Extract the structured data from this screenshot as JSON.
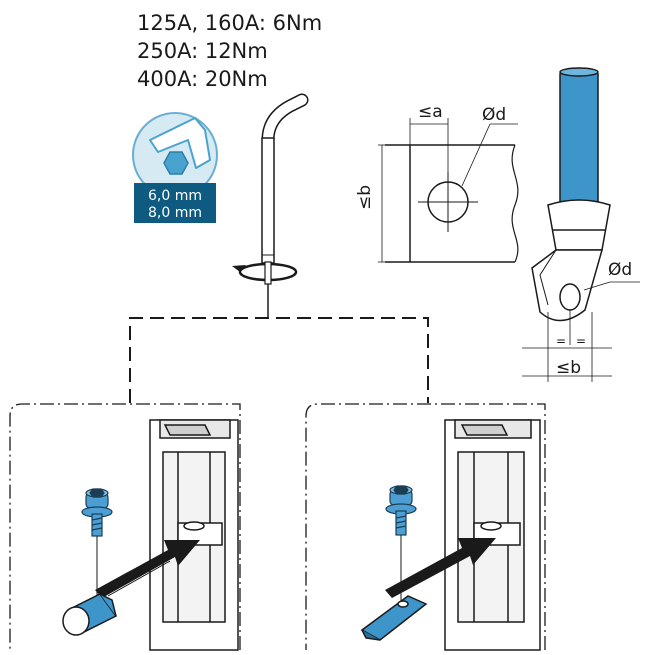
{
  "torque": {
    "line1": "125A, 160A: 6Nm",
    "line2": "250A: 12Nm",
    "line3": "400A: 20Nm"
  },
  "tool_badge": {
    "size1": "6,0 mm",
    "size2": "8,0 mm",
    "icon": "hex-key-icon",
    "colors": {
      "badge_bg": "#0f5a80",
      "circle_light": "#d6eaf3",
      "hex_fill": "#4aa3cf"
    }
  },
  "dimensions": {
    "max_a": "≤a",
    "max_b": "≤b",
    "diameter": "Ød",
    "diameter_lug": "Ød",
    "max_b_lug": "≤b"
  },
  "colors": {
    "cable": "#3d95c9",
    "screw": "#4d9fd3",
    "outline": "#1a1a1a",
    "grey": "#cfcfcf"
  }
}
